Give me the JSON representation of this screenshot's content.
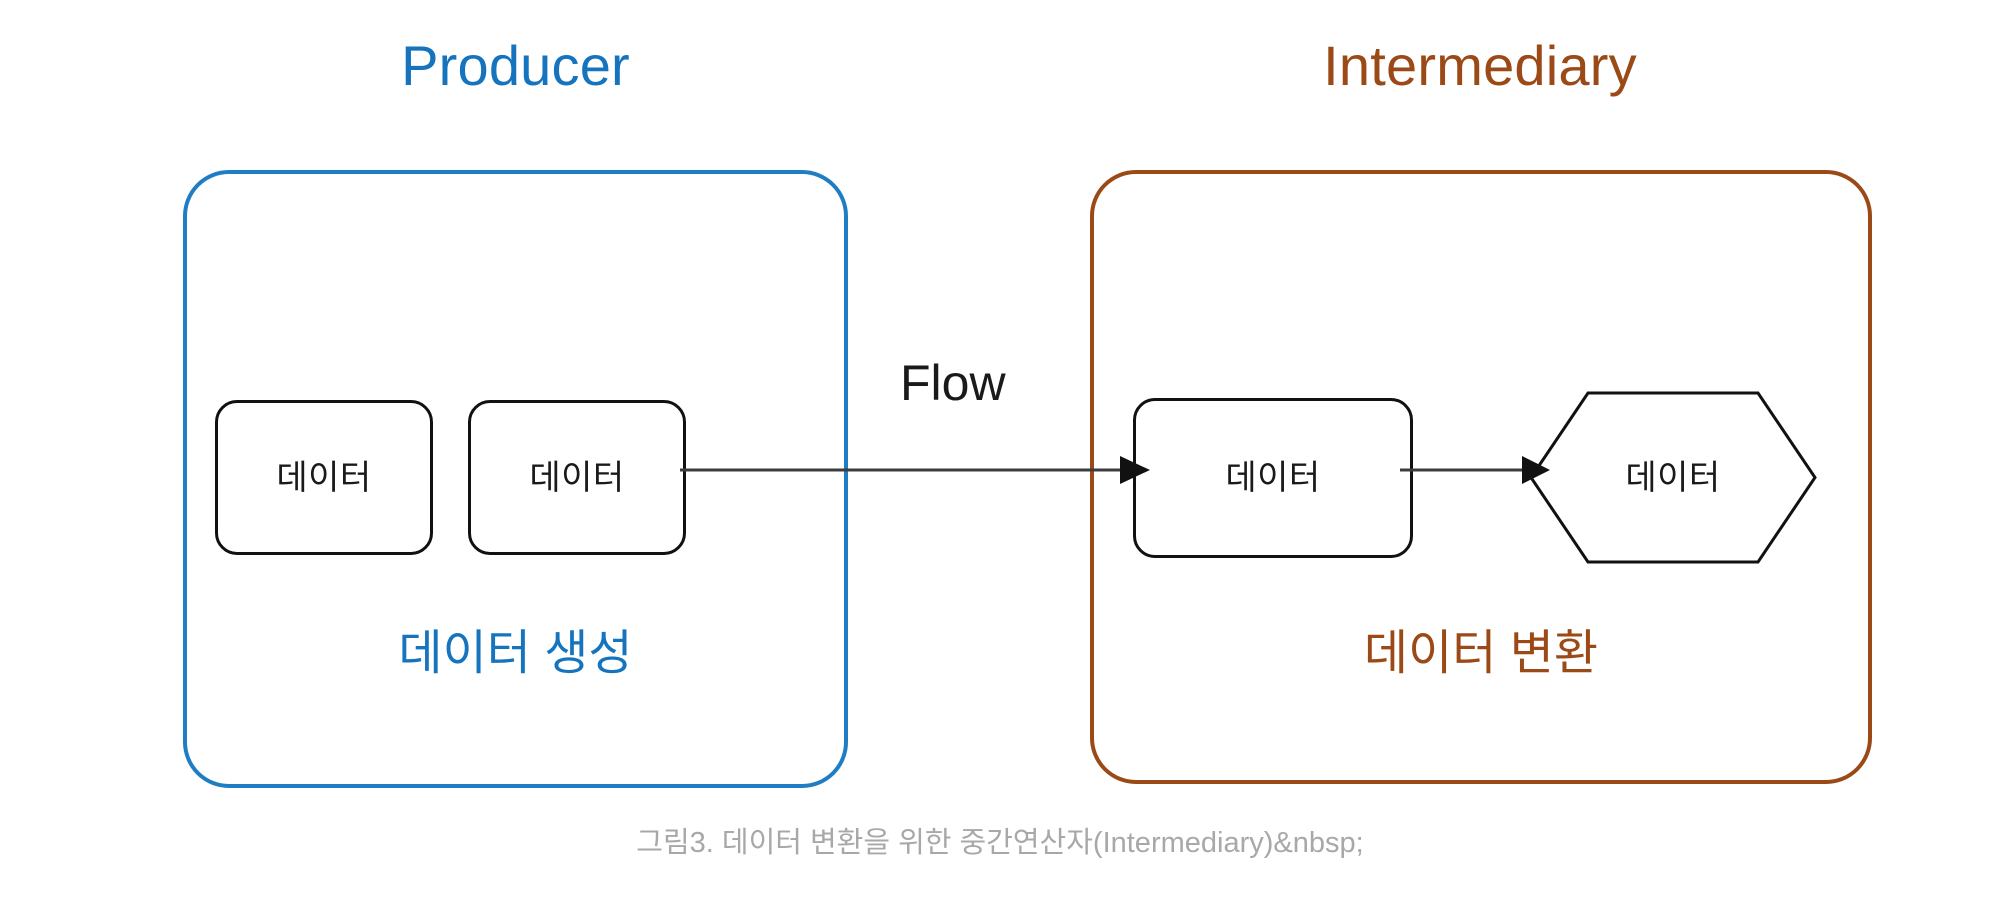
{
  "figure": {
    "caption": "그림3. 데이터 변환을 위한 중간연산자(Intermediary)&nbsp;",
    "background": "#ffffff"
  },
  "groups": [
    {
      "id": "producer",
      "title": "Producer",
      "caption": "데이터 생성",
      "color": "#1f7dc4",
      "title_color": "#1574bd"
    },
    {
      "id": "intermediary",
      "title": "Intermediary",
      "caption": "데이터 변환",
      "color": "#9b4a17",
      "title_color": "#9b4a17"
    }
  ],
  "nodes": {
    "producer_1": {
      "label": "데이터",
      "shape": "rounded-rect"
    },
    "producer_2": {
      "label": "데이터",
      "shape": "rounded-rect"
    },
    "intermediary_1": {
      "label": "데이터",
      "shape": "rounded-rect"
    },
    "intermediary_2": {
      "label": "데이터",
      "shape": "hexagon"
    }
  },
  "connectors": {
    "flow": {
      "label": "Flow",
      "color": "#3d3d3d",
      "from": "producer_2",
      "to": "intermediary_1"
    },
    "transform": {
      "label": "",
      "color": "#3d3d3d",
      "from": "intermediary_1",
      "to": "intermediary_2"
    }
  },
  "colors": {
    "node_stroke": "#111111",
    "node_text": "#1a1a1a",
    "caption_text": "#a8a8a8",
    "connector": "#3d3d3d"
  }
}
